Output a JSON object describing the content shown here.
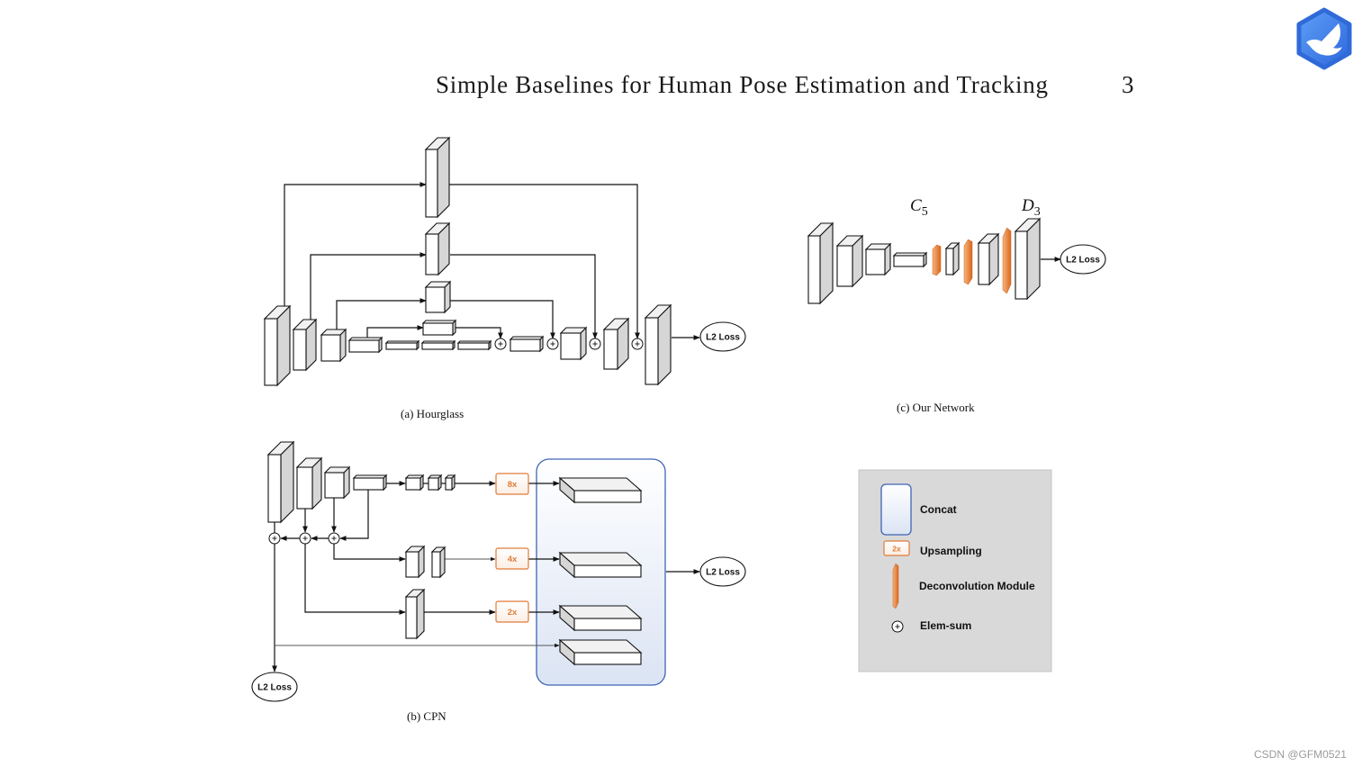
{
  "header": {
    "title": "Simple Baselines for Human Pose Estimation and Tracking",
    "page_number": "3"
  },
  "logo": {
    "icon": "bird-hexagon-logo"
  },
  "figures": {
    "hourglass": {
      "caption": "(a) Hourglass",
      "loss_label": "L2 Loss"
    },
    "cpn": {
      "caption": "(b) CPN",
      "upsampling_labels": [
        "8x",
        "4x",
        "2x"
      ],
      "loss_labels": [
        "L2 Loss",
        "L2 Loss"
      ]
    },
    "our_network": {
      "caption": "(c) Our Network",
      "encoder_output": {
        "symbol": "C",
        "subscript": "5"
      },
      "decoder_output": {
        "symbol": "D",
        "subscript": "3"
      },
      "loss_label": "L2 Loss"
    }
  },
  "legend": {
    "items": [
      {
        "icon": "concat-box-icon",
        "label": "Concat"
      },
      {
        "icon": "upsampling-box-icon",
        "icon_text": "2x",
        "label": "Upsampling"
      },
      {
        "icon": "deconvolution-module-icon",
        "label": "Deconvolution Module"
      },
      {
        "icon": "elem-sum-icon",
        "label": "Elem-sum"
      }
    ]
  },
  "colors": {
    "upsampling_orange": "#e07b39",
    "deconvolution_orange": "#e8823a",
    "concat_border_blue": "#3f64b4",
    "legend_background": "#d9d9d9",
    "logo_blue": "#3d82f0"
  },
  "watermark": {
    "text": "CSDN @GFM0521"
  }
}
